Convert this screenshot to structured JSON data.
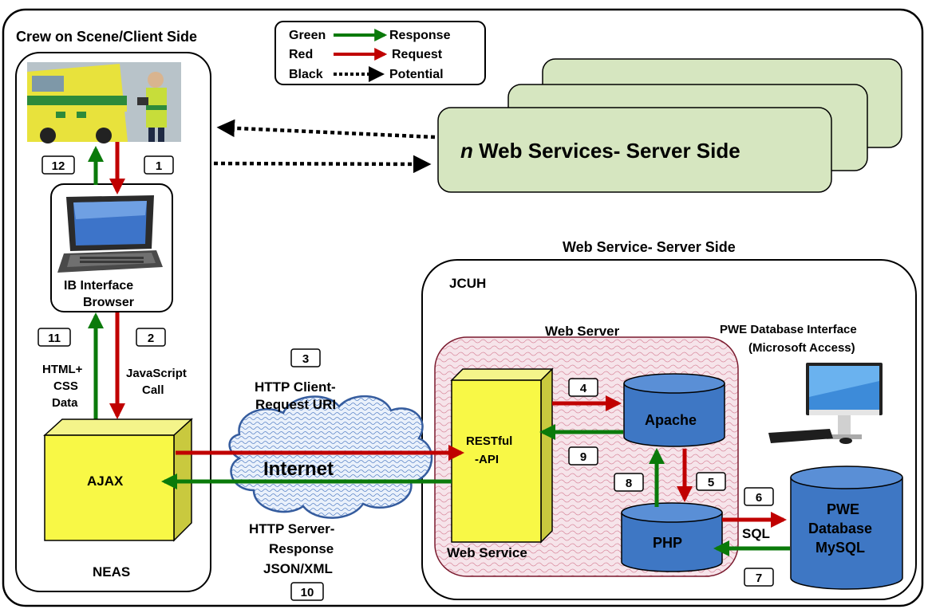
{
  "legend": {
    "rows": [
      {
        "color_word": "Green",
        "meaning": "Response",
        "color": "#0a7a0a"
      },
      {
        "color_word": "Red",
        "meaning": "Request",
        "color": "#c00000"
      },
      {
        "color_word": "Black",
        "meaning": "Potential",
        "color": "#000000"
      }
    ]
  },
  "client": {
    "title": "Crew on Scene/Client Side",
    "browser_label_1": "IB  Interface",
    "browser_label_2": "Browser",
    "neas": "NEAS",
    "ajax": "AJAX",
    "html_label": [
      "HTML+",
      "CSS",
      "Data"
    ],
    "js_label": [
      "JavaScript",
      "Call"
    ]
  },
  "services": {
    "n": "n",
    "label": " Web Services- Server Side"
  },
  "internet": {
    "label": "Internet",
    "request": [
      "HTTP Client-",
      "Request URI"
    ],
    "response": [
      "HTTP Server-",
      "Response",
      "JSON/XML"
    ]
  },
  "server": {
    "title": "Web Service- Server Side",
    "jcuh": "JCUH",
    "web_server": "Web Server",
    "web_service": "Web Service",
    "restful": [
      "RESTful",
      "-API"
    ],
    "apache": "Apache",
    "php": "PHP",
    "sql": "SQL",
    "pwe_interface": [
      "PWE Database Interface",
      "(Microsoft Access)"
    ],
    "pwe_db": [
      "PWE",
      "Database",
      "MySQL"
    ]
  },
  "steps": [
    "1",
    "2",
    "3",
    "4",
    "5",
    "6",
    "7",
    "8",
    "9",
    "10",
    "11",
    "12"
  ]
}
